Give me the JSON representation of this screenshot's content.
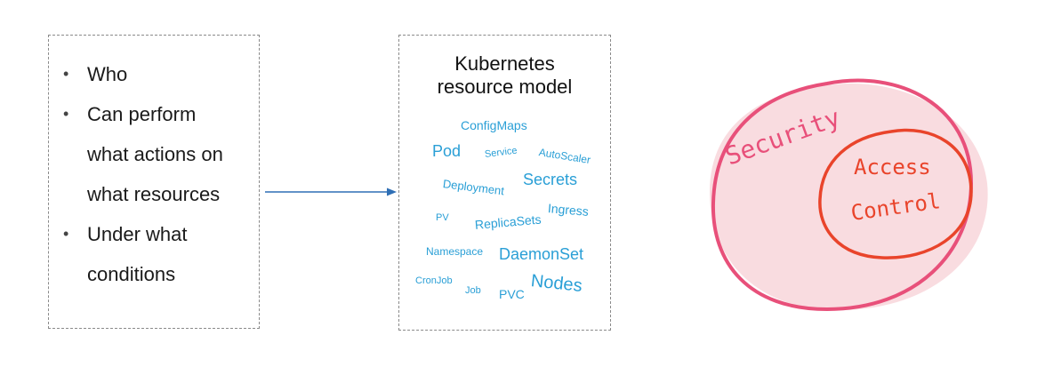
{
  "requirements": {
    "items": [
      {
        "lines": [
          "Who"
        ]
      },
      {
        "lines": [
          "Can perform",
          "what actions on",
          "what resources"
        ]
      },
      {
        "lines": [
          "Under what",
          "conditions"
        ]
      }
    ],
    "bullet_glyph": "•"
  },
  "resource_model": {
    "title_line1": "Kubernetes",
    "title_line2": "resource model",
    "words": [
      "ConfigMaps",
      "Pod",
      "Service",
      "AutoScaler",
      "Deployment",
      "Secrets",
      "Ingress",
      "PV",
      "ReplicaSets",
      "Namespace",
      "DaemonSet",
      "CronJob",
      "Job",
      "PVC",
      "Nodes"
    ],
    "word_color": "#2a9fd6"
  },
  "venn": {
    "outer_label": "Security",
    "inner_label_line1": "Access",
    "inner_label_line2": "Control",
    "outer_color": "#e8507a",
    "inner_color": "#e9442b",
    "fill_color": "#f7d3d8"
  },
  "arrow": {
    "color": "#2f6fb5"
  }
}
